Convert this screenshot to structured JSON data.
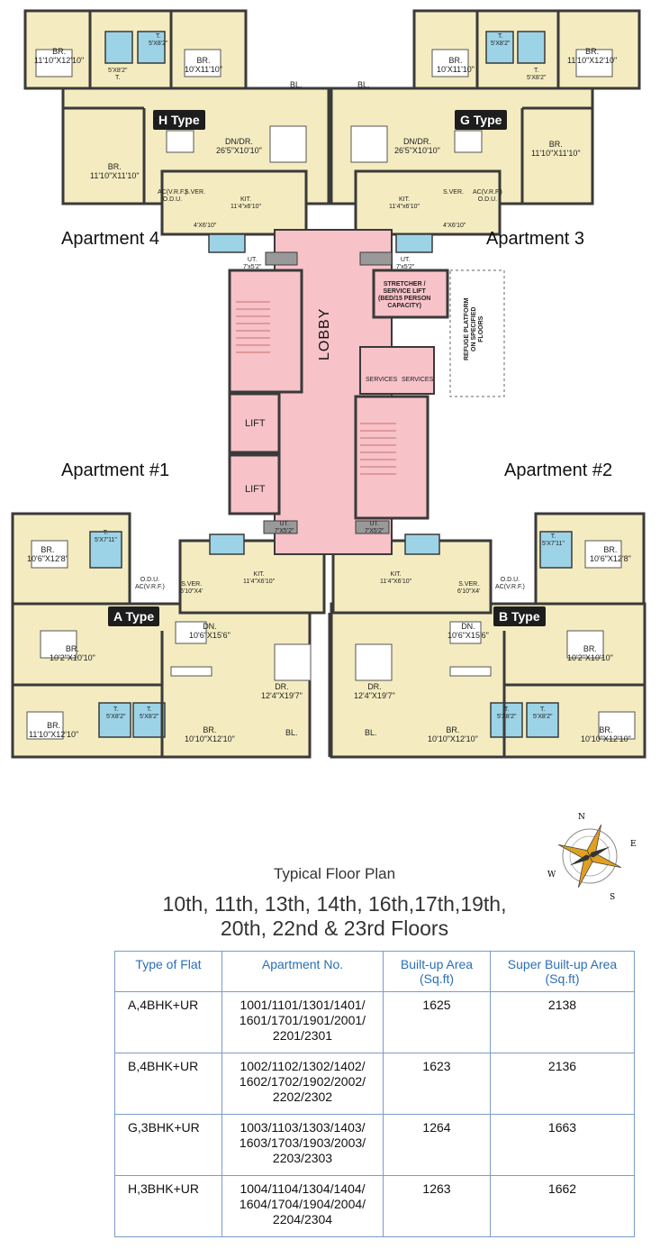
{
  "apartments": {
    "a4": "Apartment 4",
    "a3": "Apartment 3",
    "a1": "Apartment #1",
    "a2": "Apartment #2"
  },
  "types": {
    "h": "H Type",
    "g": "G Type",
    "a": "A Type",
    "b": "B Type"
  },
  "rooms": {
    "h_br1": "BR.\n11'10\"X12'10\"",
    "h_br2": "BR.\n10'X11'10\"",
    "h_br3": "BR.\n11'10\"X11'10\"",
    "h_t1": "T.\n5'X8'2\"",
    "h_t2": "5'X8'2\"\nT.",
    "h_dn": "DN/DR.\n26'5\"X10'10\"",
    "h_kit": "KIT.\n11'4\"x6'10\"",
    "h_bl": "BL.",
    "h_sver": "S.VER.",
    "h_ac": "AC(V.R.F.)\nO.D.U.",
    "h_dim": "4'X6'10\"",
    "h_ut": "UT.\n7'x5'2\"",
    "g_br1": "BR.\n10'X11'10\"",
    "g_br2": "BR.\n11'10\"X12'10\"",
    "g_br3": "BR.\n11'10\"X11'10\"",
    "g_t1": "T.\n5'X8'2\"",
    "g_t2": "T.\n5'X8'2\"",
    "g_dn": "DN/DR.\n26'5\"X10'10\"",
    "g_kit": "KIT.\n11'4\"x6'10\"",
    "g_bl": "BL.",
    "g_sver": "S.VER.",
    "g_ac": "AC(V.R.F.)\nO.D.U.",
    "g_dim": "4'X6'10\"",
    "g_ut": "UT.\n7'x5'2\"",
    "stretcher": "STRETCHER /\nSERVICE LIFT\n(BED/15 PERSON\nCAPACITY)",
    "refuge": "REFUGE PLATFORM\nON SPECIFIED\nFLOORS",
    "lobby": "LOBBY",
    "services1": "SERVICES",
    "services2": "SERVICES",
    "lift1": "LIFT",
    "lift2": "LIFT",
    "a_br1": "BR.\n10'6\"X12'8\"",
    "a_br2": "BR.\n10'2\"X10'10\"",
    "a_br3": "BR.\n11'10\"X12'10\"",
    "a_br4": "BR.\n10'10\"X12'10\"",
    "a_t1": "T.\n5'X7'11\"",
    "a_t2": "T.\n5'X8'2\"",
    "a_t3": "T.\n5'X8'2\"",
    "a_dn": "DN.\n10'6\"X15'6\"",
    "a_dr": "DR.\n12'4\"X19'7\"",
    "a_kit": "KIT.\n11'4\"X6'10\"",
    "a_sver": "S.VER.\n6'10\"X4'",
    "a_odu": "O.D.U.\nAC(V.R.F.)",
    "a_bl": "BL.",
    "a_ut": "UT.\n7'X5'2\"",
    "b_br1": "BR.\n10'6\"X12'8\"",
    "b_br2": "BR.\n10'2\"X10'10\"",
    "b_br3": "BR.\n10'10\"X12'10\"",
    "b_br4": "BR.\n10'10\"X12'10\"",
    "b_t1": "T.\n5'X7'11\"",
    "b_t2": "T.\n5'X8'2\"",
    "b_t3": "T.\n5'X8'2\"",
    "b_dn": "DN.\n10'6\"X15'6\"",
    "b_dr": "DR.\n12'4\"X19'7\"",
    "b_kit": "KIT.\n11'4\"X6'10\"",
    "b_sver": "S.VER.\n6'10\"X4'",
    "b_odu": "O.D.U.\nAC(V.R.F.)",
    "b_bl": "BL.",
    "b_ut": "UT.\n7'X5'2\""
  },
  "compass": {
    "n": "N",
    "e": "E",
    "s": "S",
    "w": "W"
  },
  "caption": {
    "title": "Typical Floor Plan",
    "floors_line1": "10th, 11th, 13th, 14th, 16th,17th,19th,",
    "floors_line2": "20th, 22nd & 23rd Floors"
  },
  "table": {
    "headers": [
      "Type of Flat",
      "Apartment No.",
      "Built-up Area\n(Sq.ft)",
      "Super Built-up Area\n(Sq.ft)"
    ],
    "rows": [
      [
        "A,4BHK+UR",
        "1001/1101/1301/1401/\n1601/1701/1901/2001/\n2201/2301",
        "1625",
        "2138"
      ],
      [
        "B,4BHK+UR",
        "1002/1102/1302/1402/\n1602/1702/1902/2002/\n2202/2302",
        "1623",
        "2136"
      ],
      [
        "G,3BHK+UR",
        "1003/1103/1303/1403/\n1603/1703/1903/2003/\n2203/2303",
        "1264",
        "1663"
      ],
      [
        "H,3BHK+UR",
        "1004/1104/1304/1404/\n1604/1704/1904/2004/\n2204/2304",
        "1263",
        "1662"
      ]
    ]
  },
  "colors": {
    "floor": "#f4ecc0",
    "lobby": "#f7c2c8",
    "wall": "#3a3a3a",
    "toilet": "#9dd3e6",
    "table_border": "#7a9cc8",
    "table_header": "#2a6fb5"
  }
}
